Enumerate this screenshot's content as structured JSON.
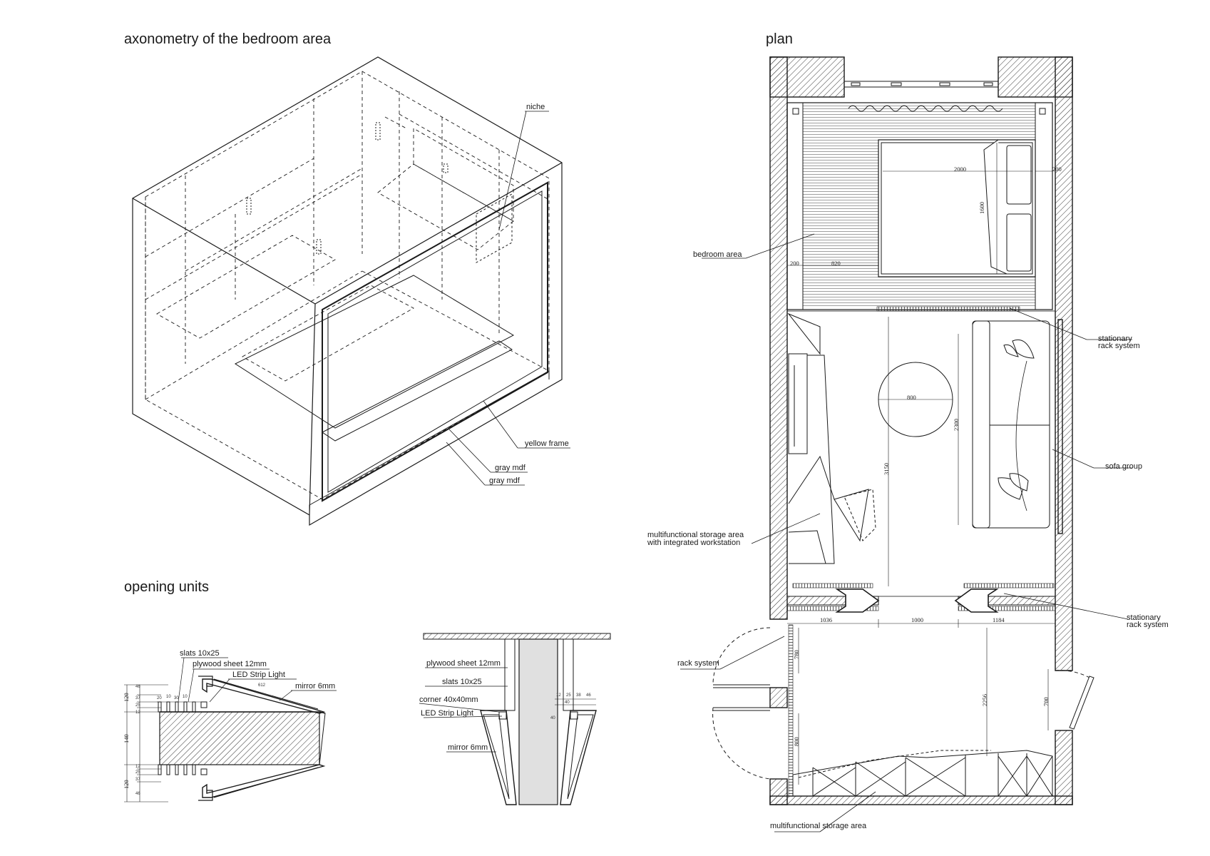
{
  "titles": {
    "axonometry": "axonometry of the bedroom area",
    "plan": "plan",
    "opening": "opening units"
  },
  "axo_labels": {
    "niche": "niche",
    "yellow_frame": "yellow frame",
    "gray_mdf_1": "gray mdf",
    "gray_mdf_2": "gray mdf"
  },
  "plan_labels": {
    "bedroom_area": "bedroom area",
    "stationary_rack_1a": "stationary",
    "stationary_rack_1b": "rack system",
    "sofa_group": "sofa group",
    "storage_workstation_a": "multifunctional storage area",
    "storage_workstation_b": "with integrated workstation",
    "stationary_rack_2a": "stationary",
    "stationary_rack_2b": "rack system",
    "rack_system": "rack system",
    "storage_area": "multifunctional storage area"
  },
  "plan_dims": {
    "bed_length": "2000",
    "bed_width": "1600",
    "right_gap": "200",
    "left_gap": "200",
    "left_walk": "820",
    "table": "800",
    "sofa": "2300",
    "room_depth": "3150",
    "opening_left": "1036",
    "opening_mid": "1000",
    "opening_right": "1184",
    "hall_depth": "2256",
    "hall_top": "780",
    "hall_bottom": "800",
    "door": "700"
  },
  "detail_left": {
    "slats": "slats 10x25",
    "plywood": "plywood sheet 12mm",
    "led": "LED Strip Light",
    "mirror": "mirror 6mm",
    "d120a": "120",
    "d140": "140",
    "d120b": "120",
    "d46a": "46",
    "d37a": "37",
    "d25a": "25",
    "d12a": "12",
    "d46b": "46",
    "d37b": "37",
    "d25b": "25",
    "d12b": "12",
    "t20": "20",
    "t10a": "10",
    "t30": "30",
    "t10b": "10",
    "t612": "612"
  },
  "detail_right": {
    "plywood": "plywood sheet 12mm",
    "slats": "slats 10x25",
    "corner": "corner 40x40mm",
    "led": "LED Strip Light",
    "mirror": "mirror 6mm",
    "t12": "12",
    "t25": "25",
    "t38": "38",
    "t46": "46",
    "t40a": "40",
    "t40b": "40"
  }
}
